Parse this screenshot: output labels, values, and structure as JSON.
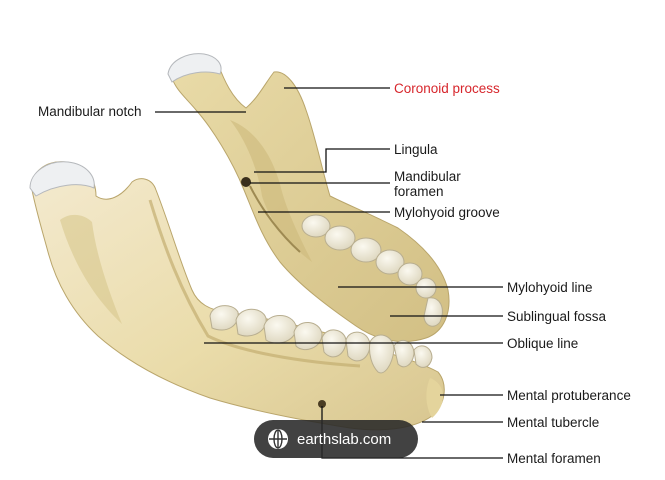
{
  "labels": {
    "mandibular_notch": "Mandibular notch",
    "coronoid_process": "Coronoid process",
    "lingula": "Lingula",
    "mandibular_foramen_line1": "Mandibular",
    "mandibular_foramen_line2": "foramen",
    "mylohyoid_groove": "Mylohyoid groove",
    "mylohyoid_line": "Mylohyoid line",
    "sublingual_fossa": "Sublingual fossa",
    "oblique_line": "Oblique line",
    "mental_protuberance": "Mental protuberance",
    "mental_tubercle": "Mental tubercle",
    "mental_foramen": "Mental foramen"
  },
  "badge": {
    "text": "earthslab.com",
    "icon": "globe-icon"
  },
  "colors": {
    "highlight_label": "#d7262c",
    "bone": "#efe3b0",
    "bone_shadow": "#c9b77a",
    "cartilage": "#eef0f2",
    "leader_line": "#111111"
  }
}
